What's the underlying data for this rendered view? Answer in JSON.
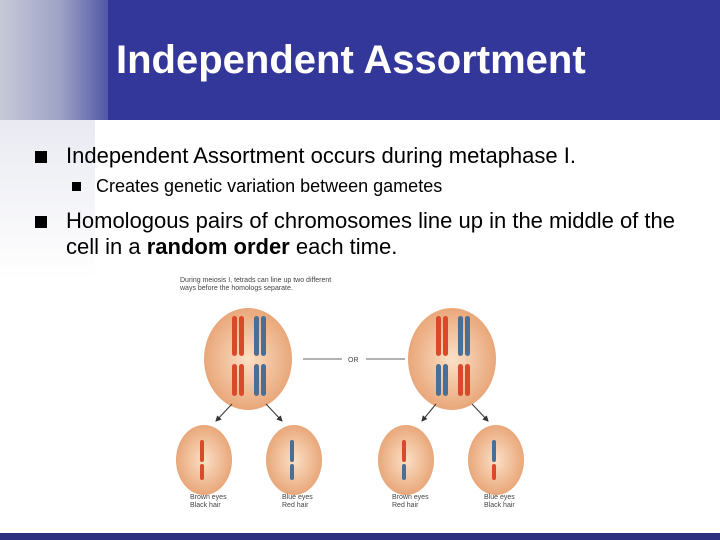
{
  "slide": {
    "title": "Independent Assortment",
    "bullets": [
      "Independent Assortment occurs during metaphase I.",
      "Creates genetic variation between gametes",
      "Homologous pairs of chromosomes line up in the middle of the cell in a "
    ],
    "bold_phrase": "random order",
    "bullet3_tail": " each time."
  },
  "figure": {
    "caption_line1": "During meiosis I, tetrads can line up two different",
    "caption_line2": "ways before the homologs separate.",
    "or_label": "OR",
    "cells": [
      {
        "line1": "Brown eyes",
        "line2": "Black hair"
      },
      {
        "line1": "Blue eyes",
        "line2": "Red hair"
      },
      {
        "line1": "Brown eyes",
        "line2": "Red hair"
      },
      {
        "line1": "Blue eyes",
        "line2": "Black hair"
      }
    ]
  },
  "colors": {
    "header_bg": "#33379a",
    "cell_fill": "#f0bf9a",
    "chrom_red": "#d84a2a",
    "chrom_blue": "#4a6f96"
  }
}
